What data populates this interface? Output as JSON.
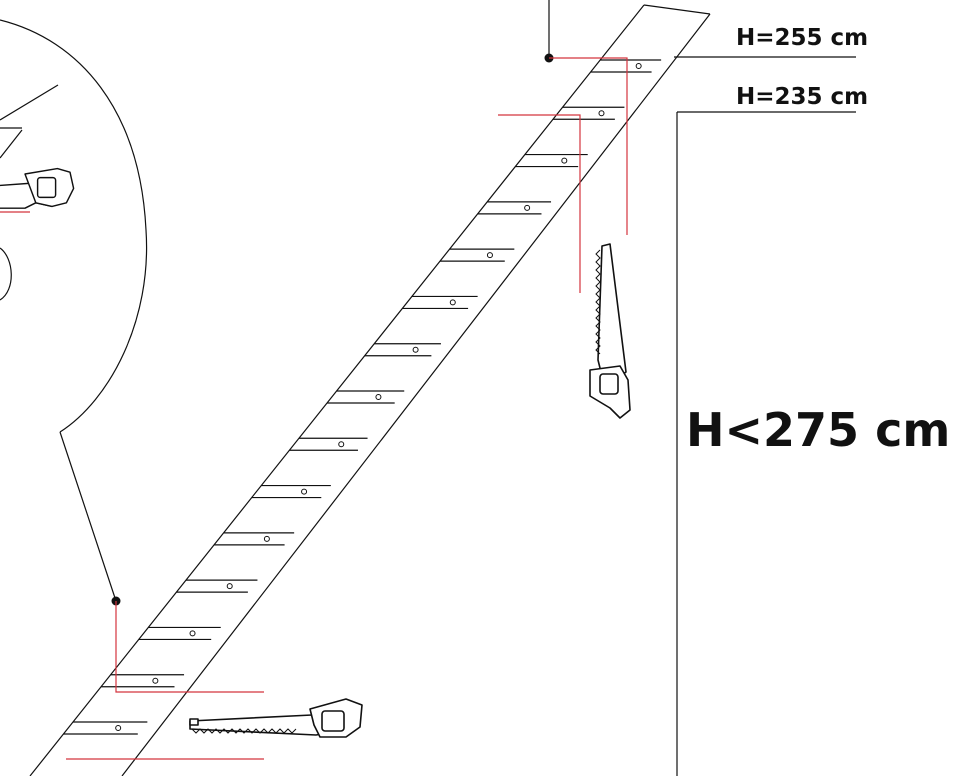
{
  "labels": {
    "height_top": "H=255 cm",
    "height_mid": "H=235 cm",
    "height_max": "H<275 cm"
  },
  "colors": {
    "line": "#111111",
    "marker": "#d4343e"
  },
  "icons": {
    "tool": "hand-saw-icon",
    "pointer": "leader-dot-icon"
  }
}
